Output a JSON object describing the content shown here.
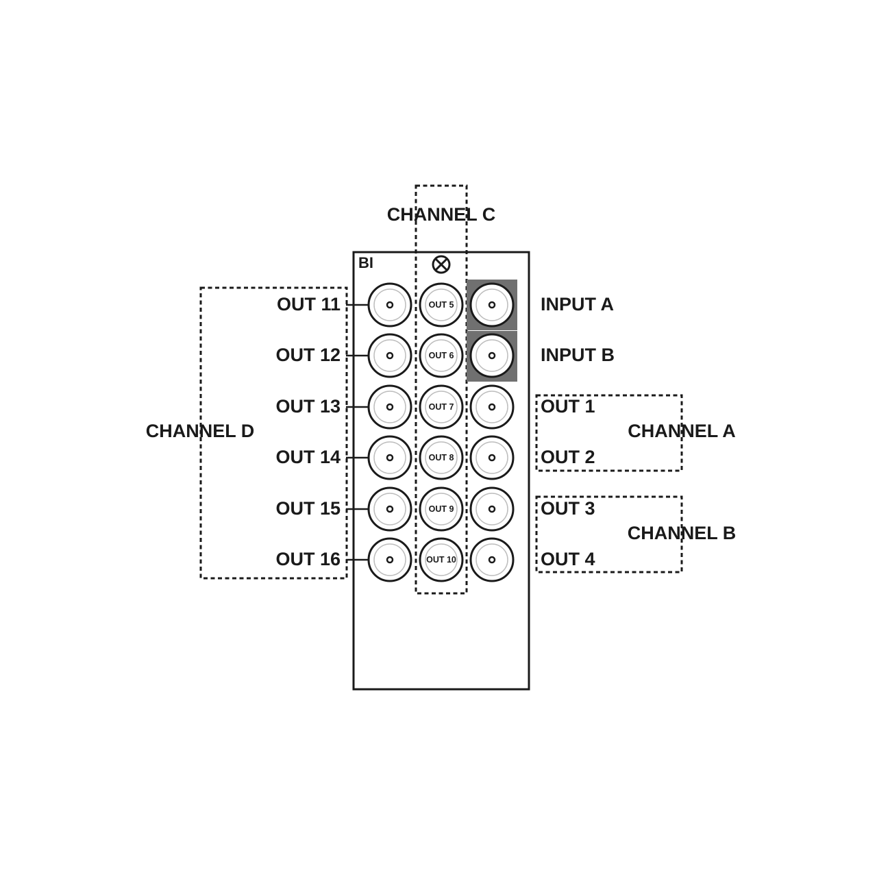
{
  "panel": {
    "brand": "BI"
  },
  "icons": {
    "mount_screw": "circle-x-screw-icon"
  },
  "colors": {
    "line": "#1a1a1a",
    "input_fill": "#707070",
    "inner_ring": "#bdbdbd"
  },
  "channels": {
    "a": "CHANNEL A",
    "b": "CHANNEL B",
    "c": "CHANNEL C",
    "d": "CHANNEL D"
  },
  "left_column": [
    "OUT 11",
    "OUT 12",
    "OUT 13",
    "OUT 14",
    "OUT 15",
    "OUT 16"
  ],
  "middle_column": [
    "OUT 5",
    "OUT 6",
    "OUT 7",
    "OUT 8",
    "OUT 9",
    "OUT 10"
  ],
  "right_column": [
    "INPUT A",
    "INPUT B",
    "OUT 1",
    "OUT 2",
    "OUT 3",
    "OUT 4"
  ]
}
